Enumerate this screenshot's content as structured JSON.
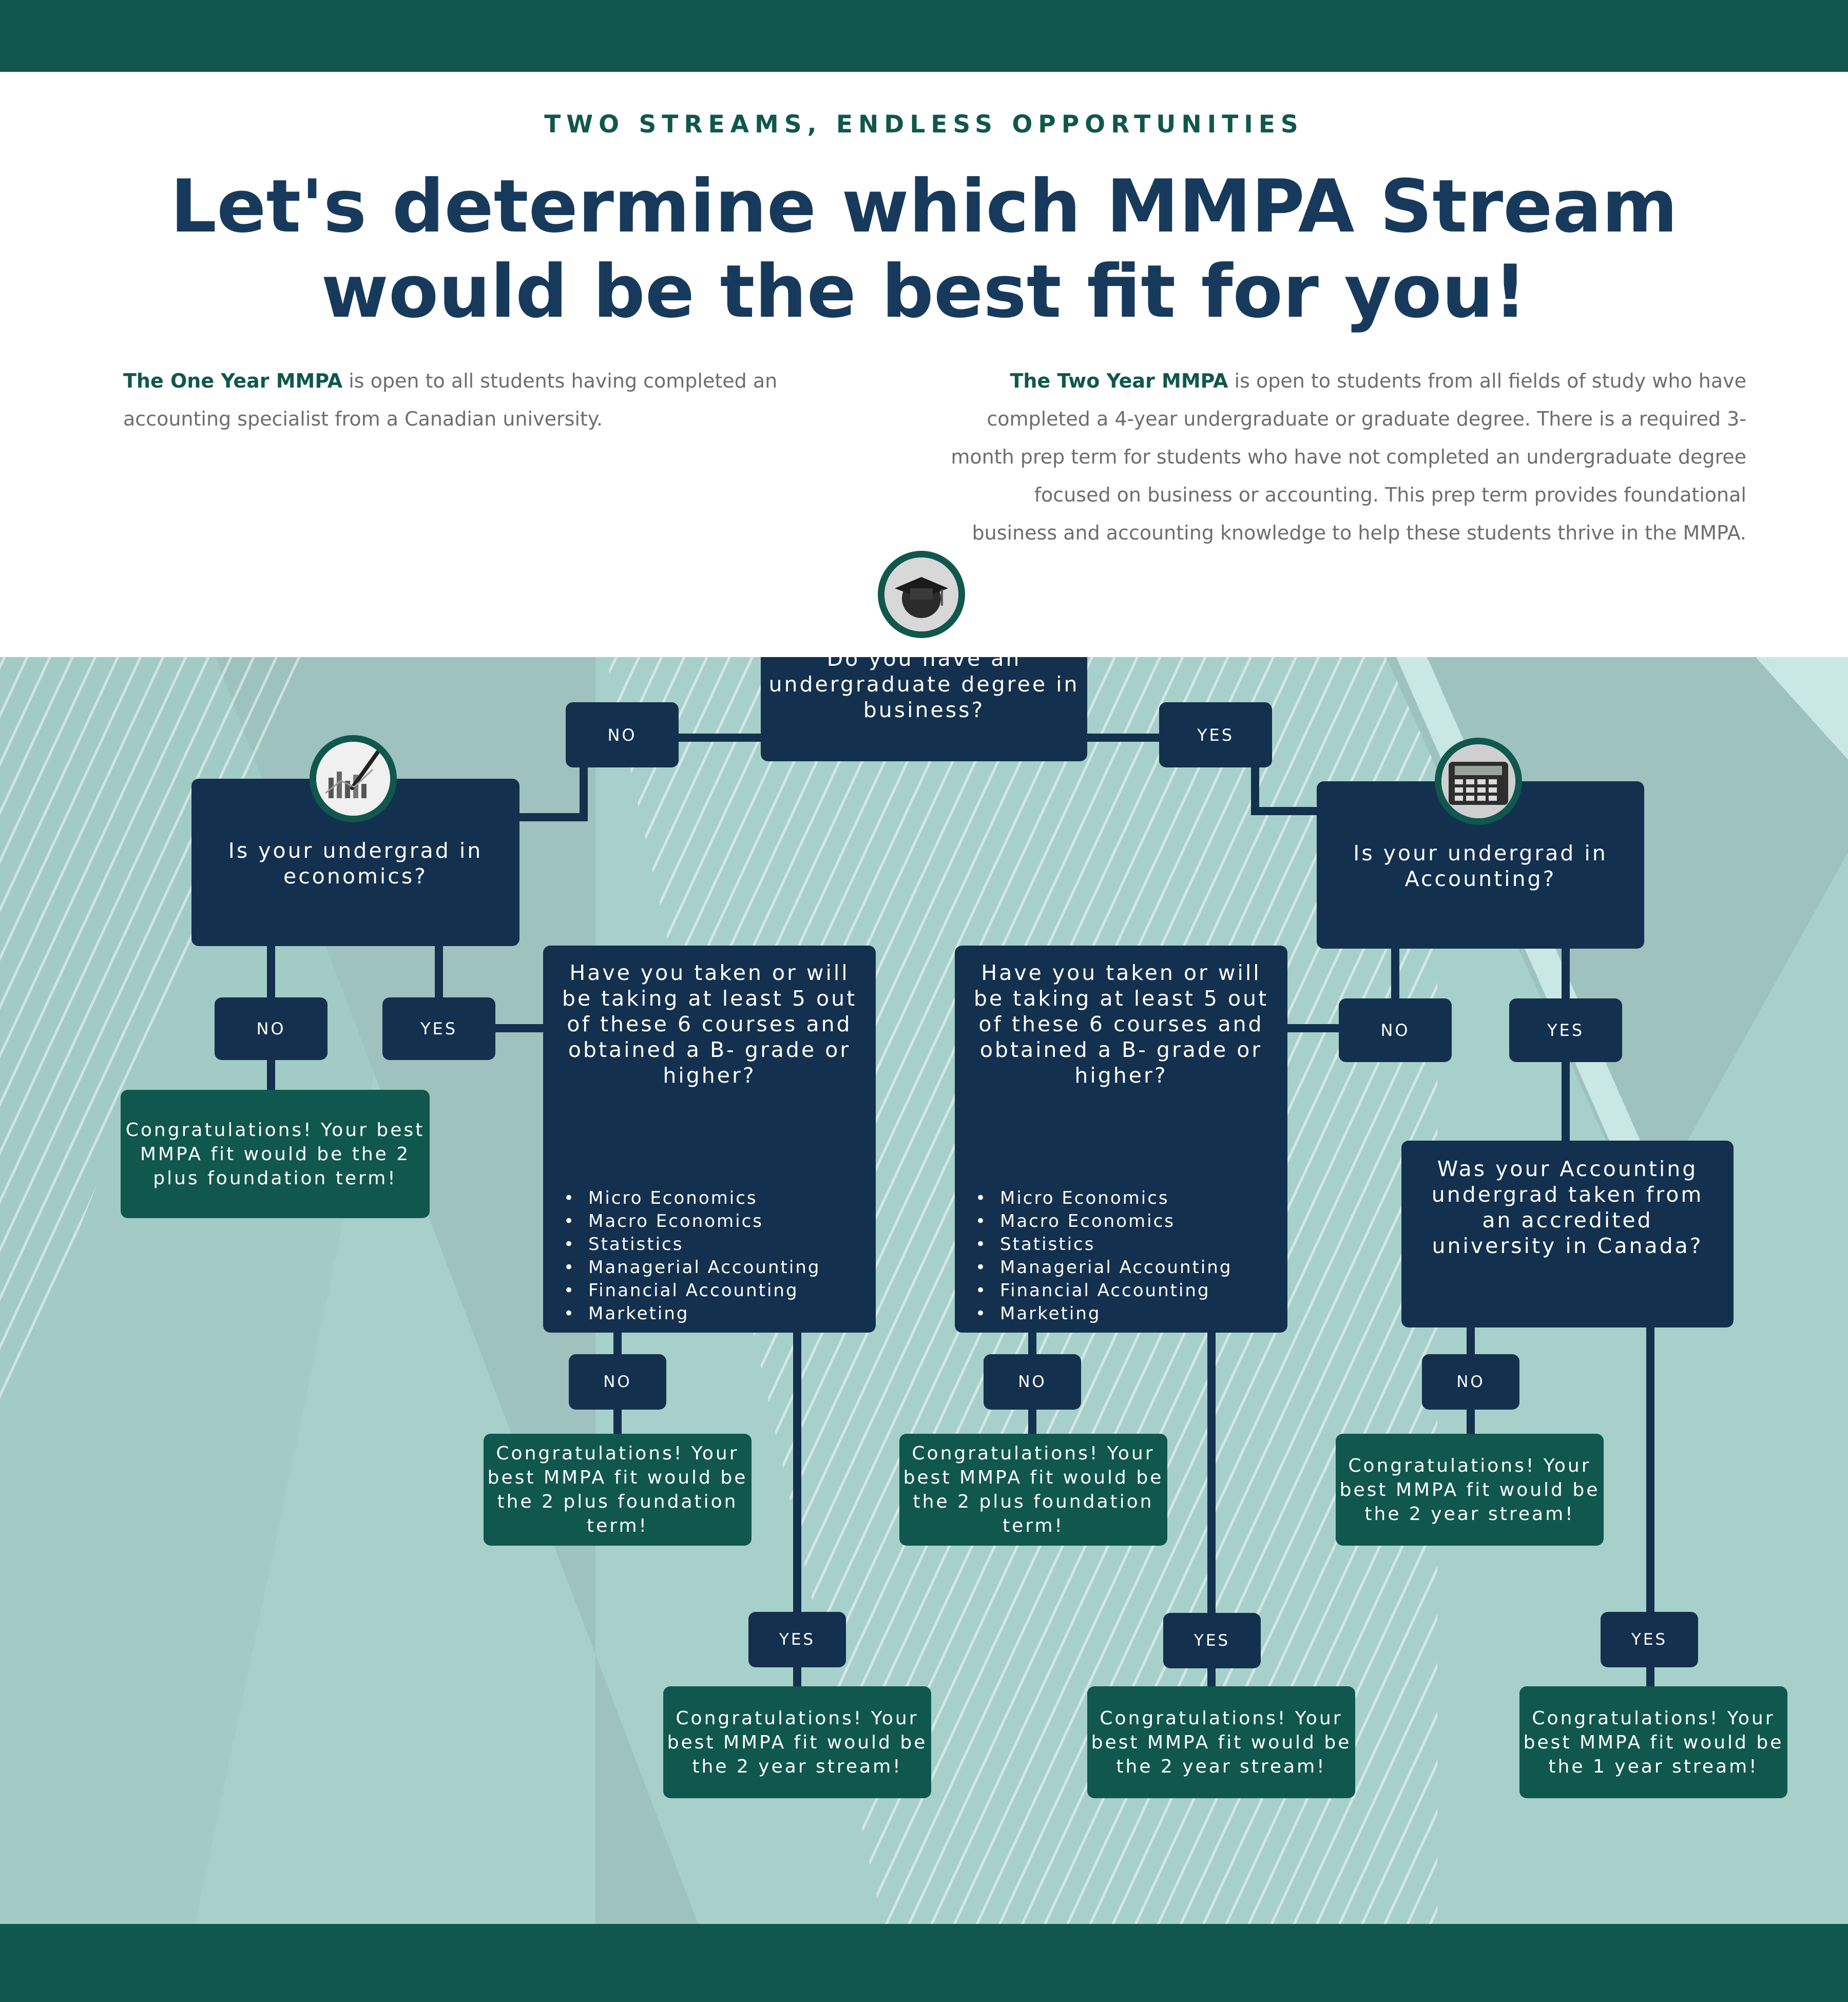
{
  "header": {
    "eyebrow": "TWO STREAMS, ENDLESS OPPORTUNITIES",
    "title_line1": "Let's determine which MMPA Stream",
    "title_line2": "would be the best fit for you!"
  },
  "intro": {
    "one_year": {
      "name": "The One Year MMPA",
      "text": "is open to all students having completed an accounting specialist from a Canadian university."
    },
    "two_year": {
      "name": "The Two Year MMPA",
      "text": "is open to students from all fields of study who have completed a 4-year undergraduate or graduate degree. There is a required 3-month prep term for students who have not completed an undergraduate degree focused on business or accounting. This prep term provides foundational business and accounting knowledge to help these students thrive in the MMPA."
    }
  },
  "colors": {
    "band": "#10574d",
    "question_box": "#13304e",
    "result_box": "#10574d",
    "headline": "#173a5c",
    "chart_bg": "#a8d0cb"
  },
  "icons": {
    "root": "graduate-cap-icon",
    "economics": "finance-chart-pen-icon",
    "accounting": "calculator-icon"
  },
  "flow": {
    "root": {
      "question": "Do you have an undergraduate degree in business?",
      "no": "NO",
      "yes": "YES"
    },
    "economics": {
      "question": "Is your undergrad in economics?",
      "no": "NO",
      "yes": "YES"
    },
    "accounting": {
      "question": "Is your undergrad in Accounting?",
      "no": "NO",
      "yes": "YES"
    },
    "courses_left": {
      "question": "Have you taken or will be taking at least 5 out of these 6 courses and obtained a B- grade or higher?",
      "courses": [
        "Micro Economics",
        "Macro Economics",
        "Statistics",
        "Managerial Accounting",
        "Financial Accounting",
        "Marketing"
      ],
      "no": "NO",
      "yes": "YES"
    },
    "courses_right": {
      "question": "Have you taken or will be taking at least 5 out of these 6 courses and obtained a B- grade or higher?",
      "courses": [
        "Micro Economics",
        "Macro Economics",
        "Statistics",
        "Managerial Accounting",
        "Financial Accounting",
        "Marketing"
      ],
      "no": "NO",
      "yes": "YES"
    },
    "accredited": {
      "question": "Was your Accounting undergrad taken from an accredited university in Canada?",
      "no": "NO",
      "yes": "YES"
    },
    "results": {
      "econ_no": "Congratulations! Your best MMPA fit would be the 2 plus foundation term!",
      "courses_left_no": "Congratulations! Your best MMPA fit would be the 2 plus foundation term!",
      "courses_left_yes": "Congratulations! Your best MMPA fit would be the 2 year stream!",
      "courses_right_no": "Congratulations! Your best MMPA fit would be the 2 plus foundation term!",
      "courses_right_yes": "Congratulations! Your best MMPA fit would be the 2 year stream!",
      "accredited_no": "Congratulations! Your best MMPA fit would be the 2 year stream!",
      "accredited_yes": "Congratulations! Your best MMPA fit would be the 1 year stream!"
    }
  }
}
